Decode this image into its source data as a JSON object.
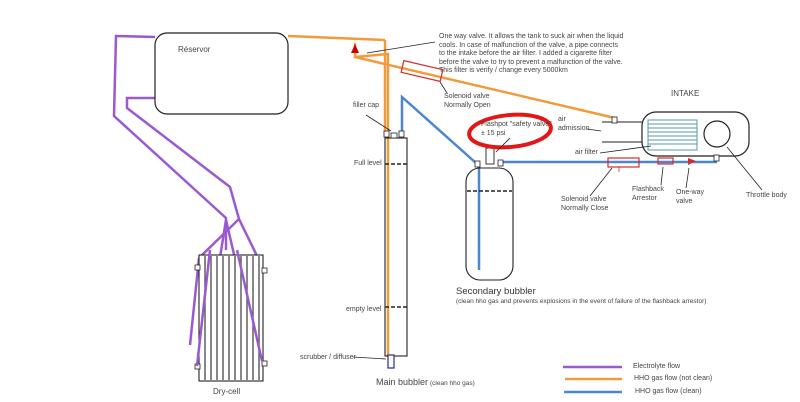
{
  "diagram": {
    "title": "HHO generator system schematic",
    "labels": {
      "reservoir": "Réservor",
      "one_way_note": "One way valve. It allows the tank to suck air when the liquid cools. In case of malfunction of the valve, a pipe connects to the intake before the air filter. I added a cigarette filter before the valve to try to prevent a malfunction of the valve. This filter is verify / change every 5000km",
      "solenoid_open": [
        "Solenoid valve",
        "Normally Open"
      ],
      "intake": "INTAKE",
      "air_admission": [
        "air",
        "admission"
      ],
      "air_filter": "air filter",
      "flashpot": [
        "Flashpot \"safety valve\"",
        "± 15 psi"
      ],
      "filler_cap": "filler cap",
      "full_level": "Full level",
      "empty_level": "empty level",
      "scrubber": "scrubber / diffuser",
      "main_bubbler": "Main bubbler",
      "main_bubbler_sub": "(clean hho gas)",
      "secondary_bubbler": "Secondary bubbler",
      "secondary_bubbler_sub": "(clean hho gas and prevents explosions in the event of failure of the flashback arrestor)",
      "solenoid_close": [
        "Solenoid valve",
        "Normally Close"
      ],
      "flashback": [
        "Flashback",
        "Arrestor"
      ],
      "one_way_valve": [
        "One-way",
        "valve"
      ],
      "throttle_body": "Throttle body",
      "dry_cell": "Dry-cell"
    },
    "legend": [
      {
        "label": "Electrolyte flow",
        "color": "#9b59d0"
      },
      {
        "label": "HHO gas flow (not clean)",
        "color": "#f39a3c"
      },
      {
        "label": "HHO gas flow (clean)",
        "color": "#4a86d4"
      }
    ],
    "colors": {
      "electrolyte": "#9b59d0",
      "hho_dirty": "#f39a3c",
      "hho_clean": "#4a86d4",
      "valve": "#d42a2a",
      "filter": "#5a9aa8"
    }
  }
}
